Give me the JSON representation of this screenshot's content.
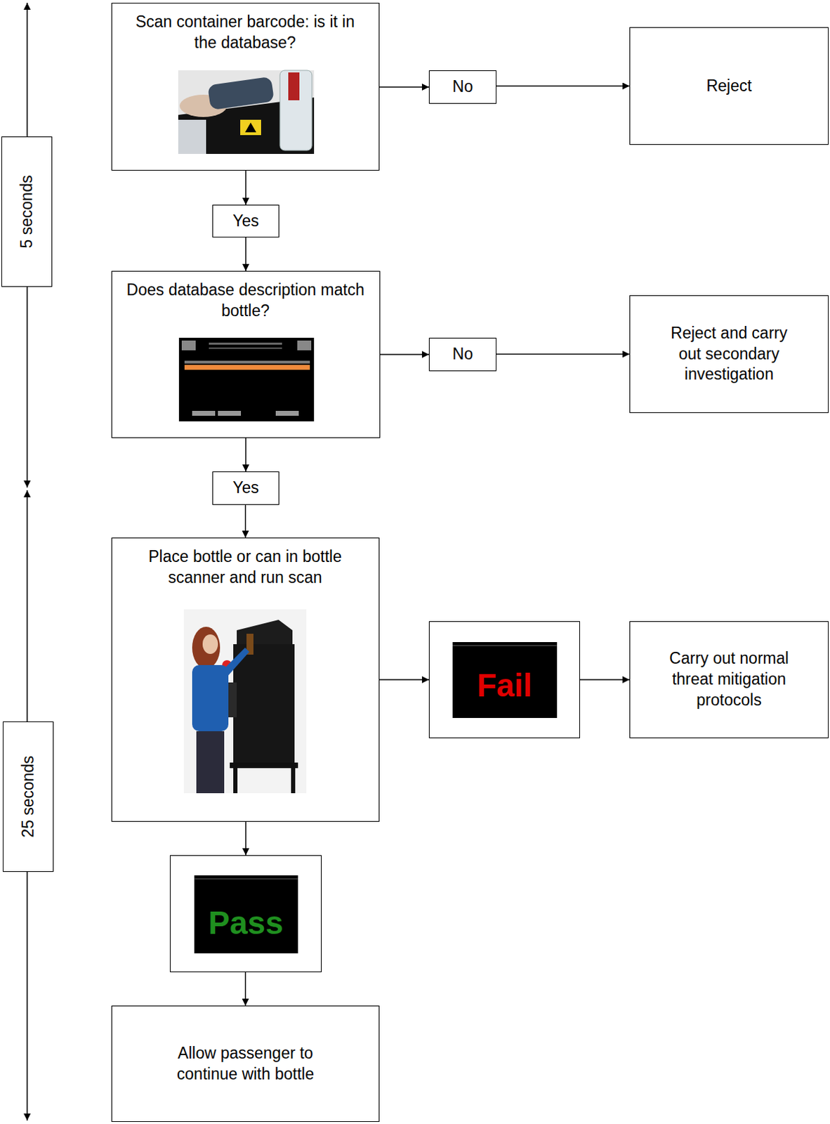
{
  "diagram": {
    "nodes": [
      {
        "text": [
          "Scan container barcode: is it in the database?"
        ]
      },
      {
        "text": [
          "No"
        ]
      },
      {
        "text": [
          "Reject"
        ]
      },
      {
        "text": [
          "Yes"
        ]
      },
      {
        "text": [
          "Does database description match bottle?"
        ]
      },
      {
        "text": [
          "No"
        ]
      },
      {
        "text": [
          "Reject and carry out secondary investigation"
        ]
      },
      {
        "text": [
          "Yes"
        ]
      },
      {
        "text": [
          "Place bottle or can in bottle scanner and run scan"
        ]
      },
      {
        "text": [
          "Fail"
        ]
      },
      {
        "text": [
          "Carry out normal threat mitigation protocols"
        ]
      },
      {
        "text": [
          "Pass"
        ]
      },
      {
        "text": [
          "Allow passenger to continue with bottle"
        ]
      },
      {
        "text": [
          "5 seconds"
        ]
      },
      {
        "text": [
          "25 seconds"
        ]
      }
    ],
    "edges": [
      {
        "from": 0,
        "to": 1,
        "arrow": "to"
      },
      {
        "from": 1,
        "to": 2,
        "arrow": "to"
      },
      {
        "from": 0,
        "to": 3,
        "arrow": "to"
      },
      {
        "from": 3,
        "to": 4,
        "arrow": "to"
      },
      {
        "from": 4,
        "to": 5,
        "arrow": "to"
      },
      {
        "from": 5,
        "to": 6,
        "arrow": "to"
      },
      {
        "from": 4,
        "to": 7,
        "arrow": "to"
      },
      {
        "from": 7,
        "to": 8,
        "arrow": "to"
      },
      {
        "from": 8,
        "to": 9,
        "arrow": "to"
      },
      {
        "from": 9,
        "to": 10,
        "arrow": "to"
      },
      {
        "from": 8,
        "to": 11,
        "arrow": "to"
      },
      {
        "from": 11,
        "to": 12,
        "arrow": "to"
      }
    ]
  }
}
